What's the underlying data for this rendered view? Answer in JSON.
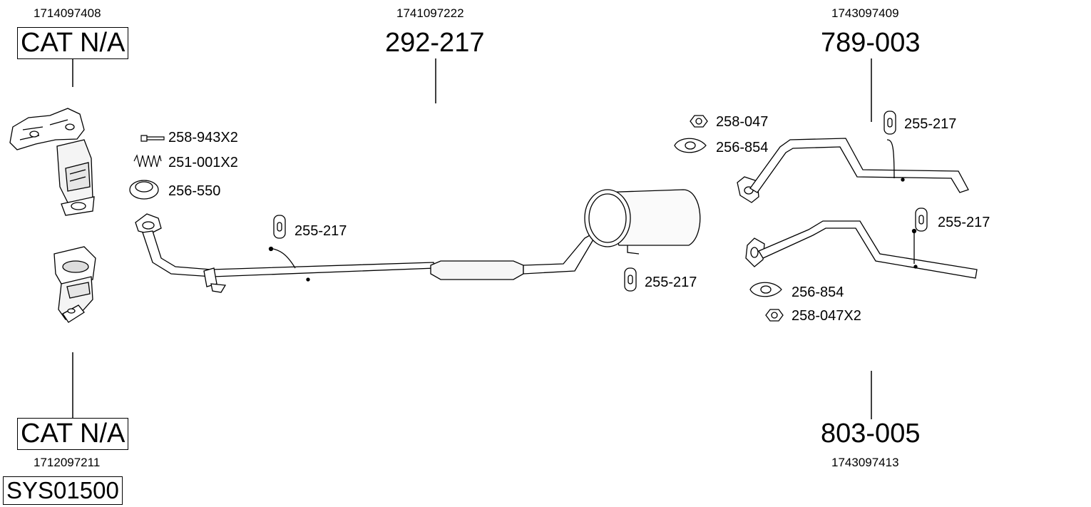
{
  "system_code": "SYS01500",
  "assemblies": {
    "front_cat_top": {
      "oe_number": "1714097408",
      "part_number": "CAT N/A"
    },
    "front_cat_bottom": {
      "oe_number": "1712097211",
      "part_number": "CAT N/A"
    },
    "middle_pipe": {
      "oe_number": "1741097222",
      "part_number": "292-217"
    },
    "tail_pipe_top": {
      "oe_number": "1743097409",
      "part_number": "789-003"
    },
    "tail_pipe_bottom": {
      "oe_number": "1743097413",
      "part_number": "803-005"
    }
  },
  "accessories": {
    "bolt": "258-943X2",
    "spring": "251-001X2",
    "ring_gasket": "256-550",
    "hanger_middle_pipe": "255-217",
    "hanger_silencer": "255-217",
    "nut_top": "258-047",
    "gasket_top": "256-854",
    "hanger_tail_top": "255-217",
    "hanger_tail_bottom": "255-217",
    "gasket_bottom": "256-854",
    "nut_bottom": "258-047X2"
  }
}
